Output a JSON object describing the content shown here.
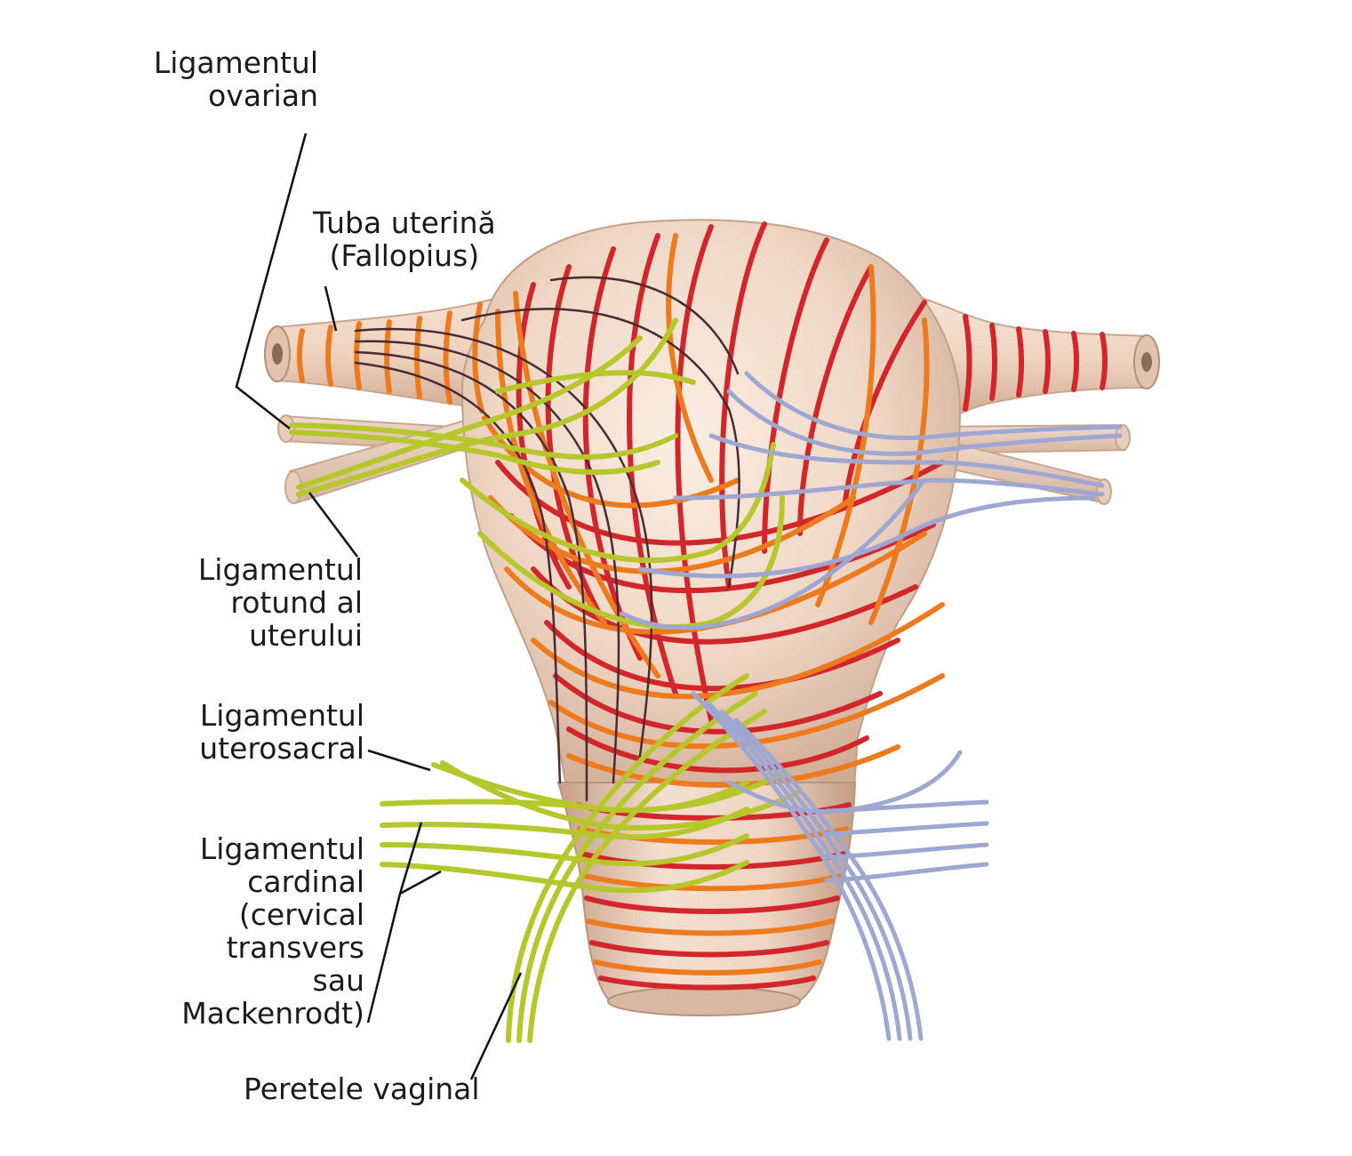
{
  "labels": {
    "ovarian": [
      "Ligamentul",
      "ovarian"
    ],
    "tube": [
      "Tuba uterină",
      "(Fallopius)"
    ],
    "round": [
      "Ligamentul",
      "rotund al",
      "uterului"
    ],
    "uterosacral": [
      "Ligamentul",
      "uterosacral"
    ],
    "cardinal": [
      "Ligamentul",
      "cardinal",
      "(cervical",
      "transvers",
      "sau",
      "Mackenrodt)"
    ],
    "vaginal": [
      "Peretele vaginal"
    ]
  },
  "colors": {
    "body": "#efd6c4",
    "body_edge": "#c9a891",
    "red_fibers": "#d3262b",
    "orange_fibers": "#ee7a1e",
    "dark_fibers": "#4a2b33",
    "green_ligaments": "#b5c72a",
    "blue_ligaments": "#9ea6d2",
    "leader": "#111111"
  }
}
